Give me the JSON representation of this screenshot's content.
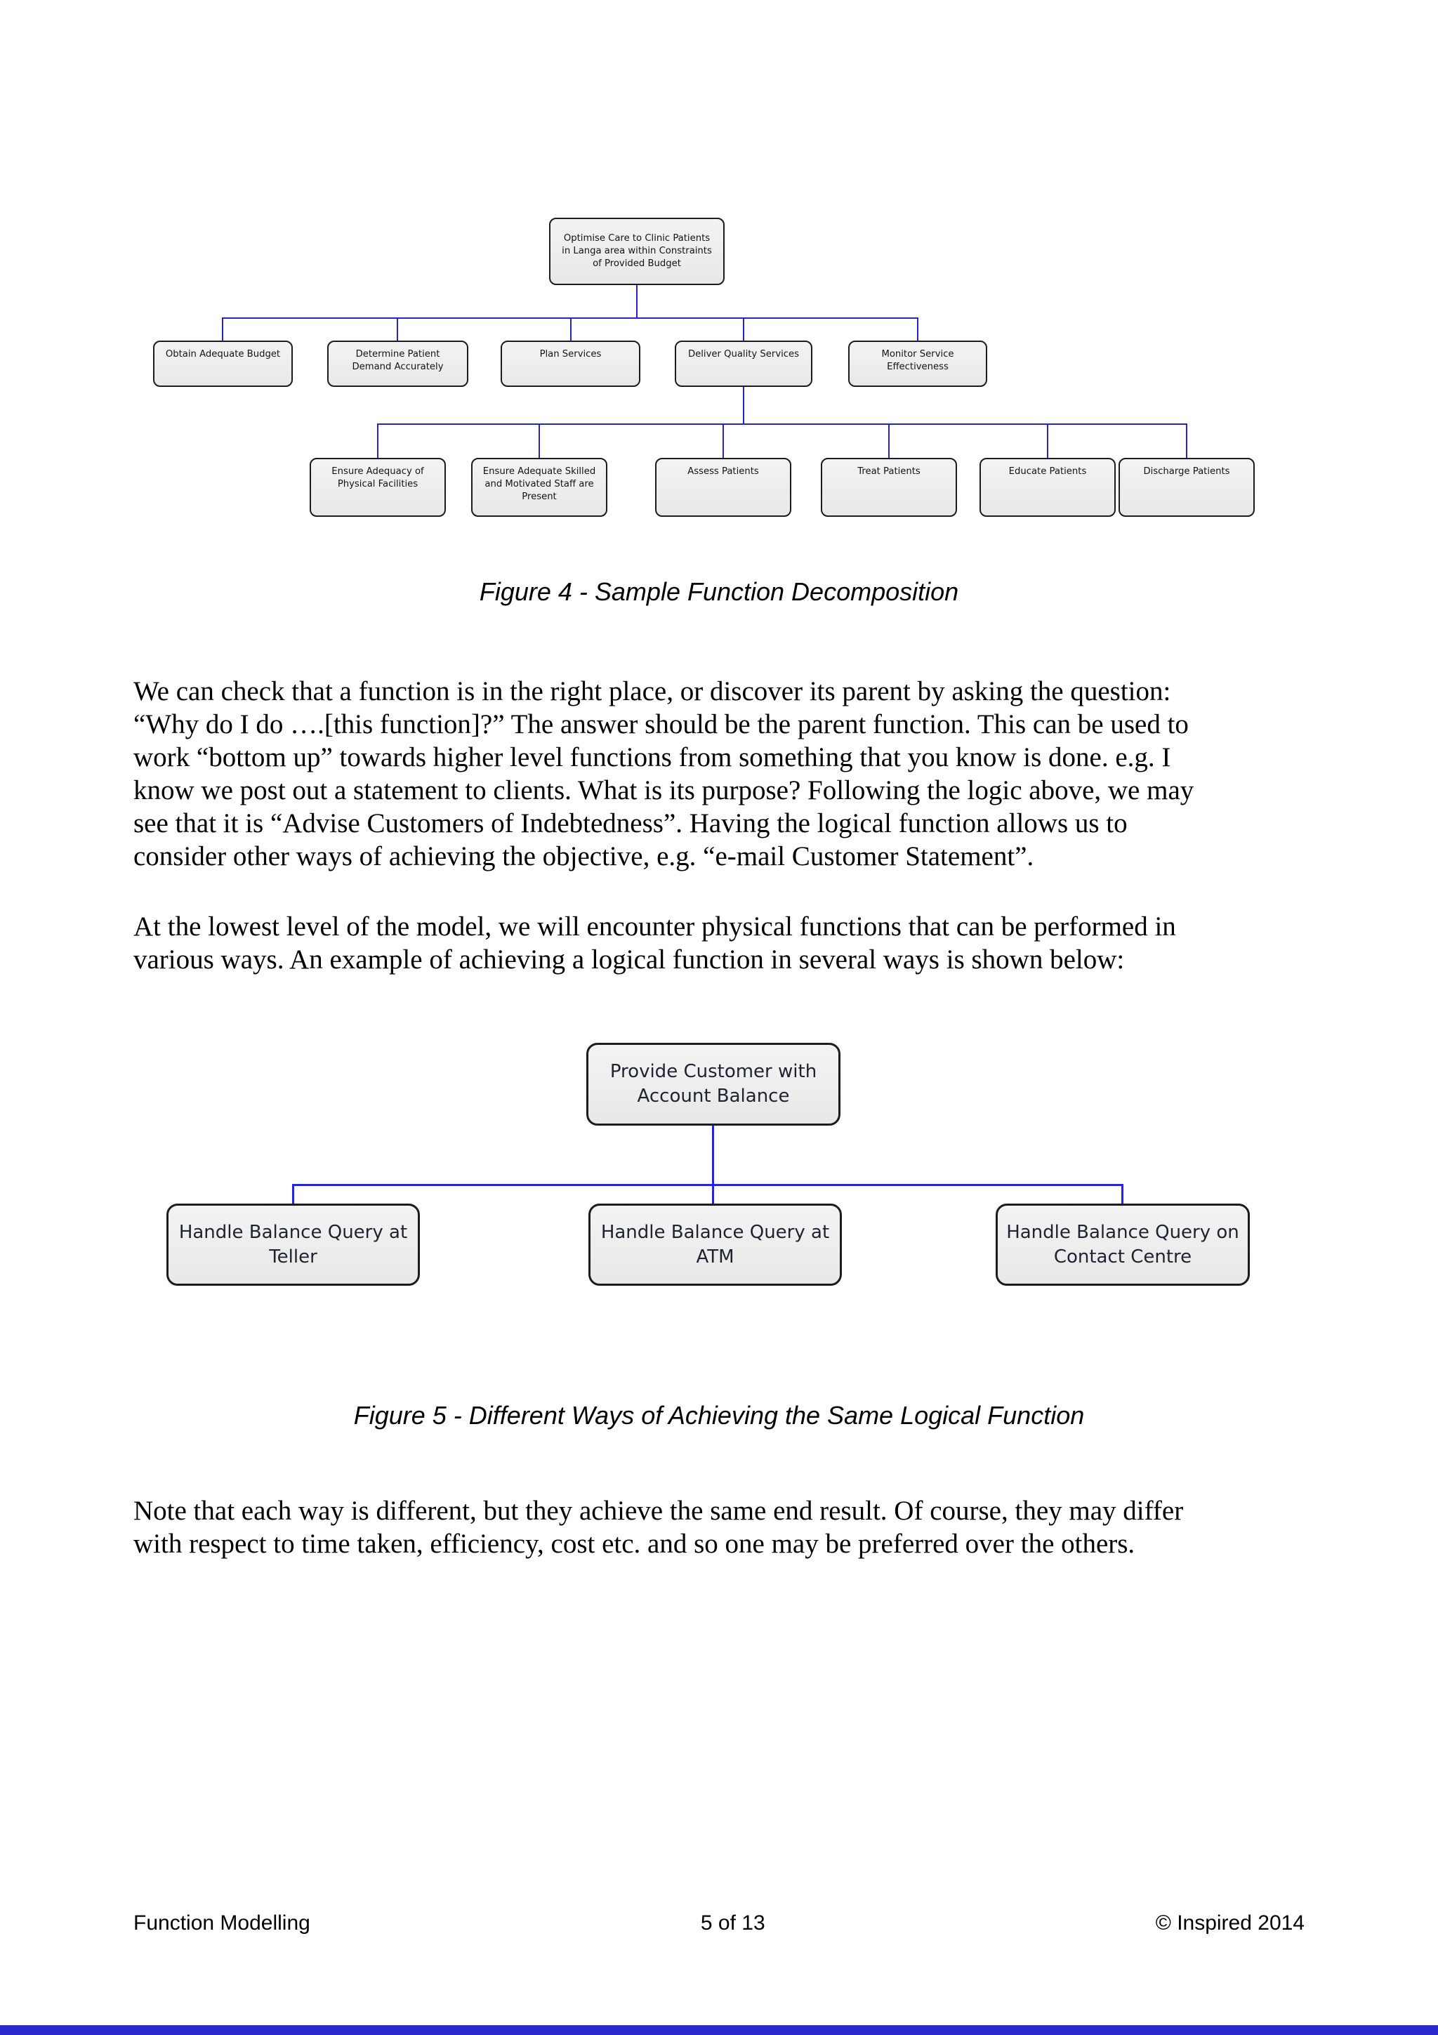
{
  "figure4": {
    "caption": "Figure 4 - Sample Function Decomposition",
    "nodes": {
      "root": "Optimise Care to Clinic Patients\nin Langa area within Constraints\nof Provided Budget",
      "l2_1": "Obtain Adequate Budget",
      "l2_2": "Determine Patient\nDemand Accurately",
      "l2_3": "Plan Services",
      "l2_4": "Deliver Quality Services",
      "l2_5": "Monitor Service\nEffectiveness",
      "l3_1": "Ensure Adequacy of\nPhysical Facilities",
      "l3_2": "Ensure Adequate Skilled\nand Motivated Staff are\nPresent",
      "l3_3": "Assess Patients",
      "l3_4": "Treat Patients",
      "l3_5": "Educate Patients",
      "l3_6": "Discharge Patients"
    }
  },
  "body": {
    "p1_lines": [
      "We can check that a function is in the right place, or discover its parent by asking the question:",
      "“Why do I do ….[this function]?” The answer should be the parent function. This can be used to",
      "work “bottom up” towards higher level functions from something that you know is done. e.g. I",
      "know we post out a statement to clients. What is its purpose? Following the logic above, we may",
      "see that it is “Advise Customers of Indebtedness”.  Having the logical function allows us to",
      "consider other ways of achieving the objective, e.g. “e-mail Customer Statement”."
    ],
    "p2_lines": [
      "At the lowest level of the model, we will encounter physical functions that can be performed in",
      "various ways. An example of achieving a logical function in several ways is shown below:"
    ],
    "p3_lines": [
      "Note that each way is different, but they achieve the same end result. Of course, they may differ",
      "with respect to time taken, efficiency, cost etc. and so one may be preferred over the others."
    ]
  },
  "figure5": {
    "caption": "Figure 5 - Different Ways of Achieving the Same Logical Function",
    "nodes": {
      "root": "Provide Customer with\nAccount Balance",
      "c1": "Handle Balance Query at\nTeller",
      "c2": "Handle Balance Query at\nATM",
      "c3": "Handle Balance Query on\nContact Centre"
    }
  },
  "footer": {
    "left": "Function Modelling",
    "center": "5 of 13",
    "right": "© Inspired 2014"
  },
  "colors": {
    "connector_fig4": "#2525cd",
    "connector_fig5": "#2222e8",
    "node_fill": "#ececec",
    "node_border": "#1c1c1c",
    "bottom_bar": "#2a2ace"
  }
}
